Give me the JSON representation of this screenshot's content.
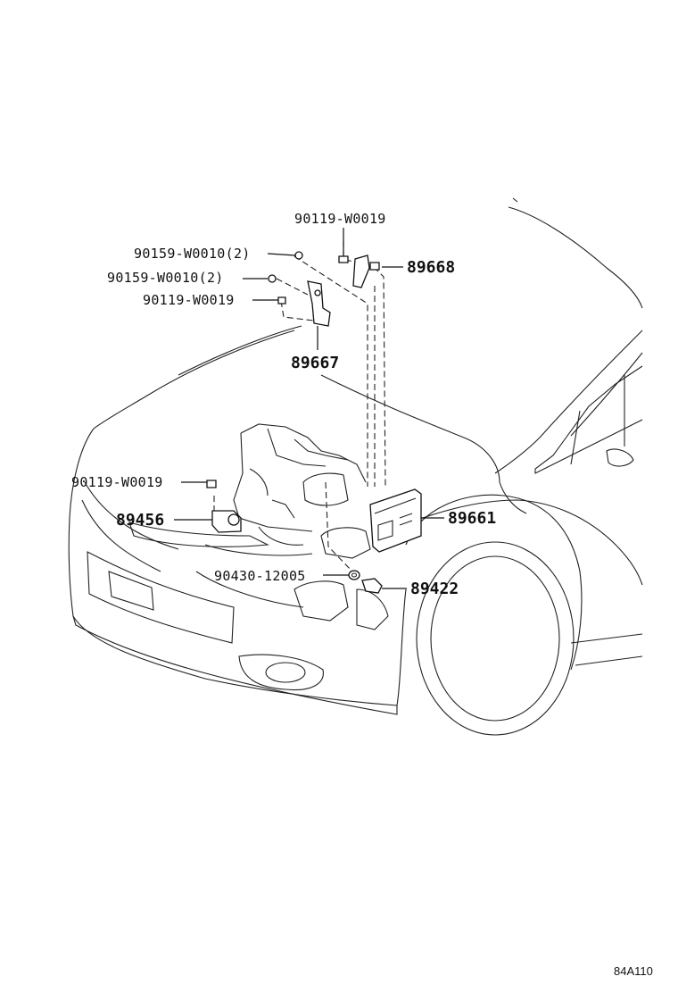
{
  "diagram": {
    "ref_code": "84A110",
    "labels": {
      "bolt_top": "90119-W0019",
      "nut_upper": "90159-W0010(2)",
      "nut_lower": "90159-W0010(2)",
      "bolt_upper_left": "90119-W0019",
      "bracket_right": "89668",
      "bracket_left": "89667",
      "bolt_lower_left": "90119-W0019",
      "sensor_left": "89456",
      "ecu": "89661",
      "gasket": "90430-12005",
      "sensor_bottom": "89422"
    }
  }
}
